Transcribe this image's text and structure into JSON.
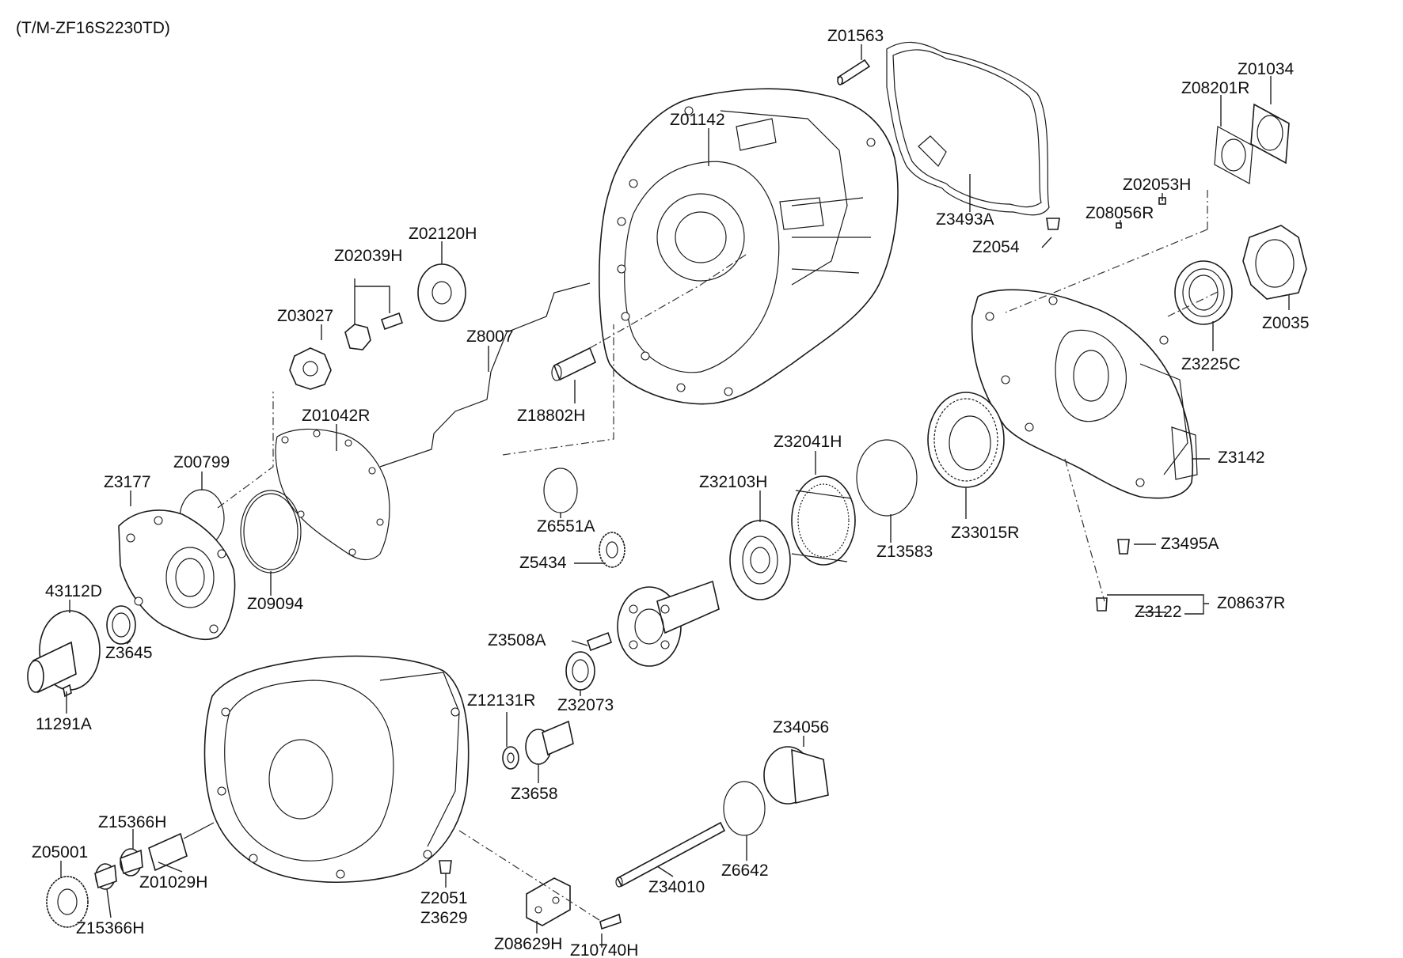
{
  "title": "(T/M-ZF16S2230TD)",
  "colors": {
    "ink": "#111111",
    "background": "#ffffff"
  },
  "labels": [
    "Z01563",
    "Z01034",
    "Z08201R",
    "Z01142",
    "Z02053H",
    "Z08056R",
    "Z3493A",
    "Z2054",
    "Z02120H",
    "Z02039H",
    "Z0035",
    "Z03027",
    "Z8007",
    "Z3225C",
    "Z01042R",
    "Z18802H",
    "Z32041H",
    "Z3142",
    "Z00799",
    "Z3177",
    "Z32103H",
    "Z6551A",
    "Z33015R",
    "Z13583",
    "Z5434",
    "Z3495A",
    "43112D",
    "Z09094",
    "Z08637R",
    "Z3122",
    "Z3508A",
    "Z3645",
    "Z32073",
    "11291A",
    "Z12131R",
    "Z34056",
    "Z3658",
    "Z15366H",
    "Z05001",
    "Z01029H",
    "Z6642",
    "Z34010",
    "Z2051",
    "Z3629",
    "Z15366H",
    "Z08629H",
    "Z10740H"
  ]
}
